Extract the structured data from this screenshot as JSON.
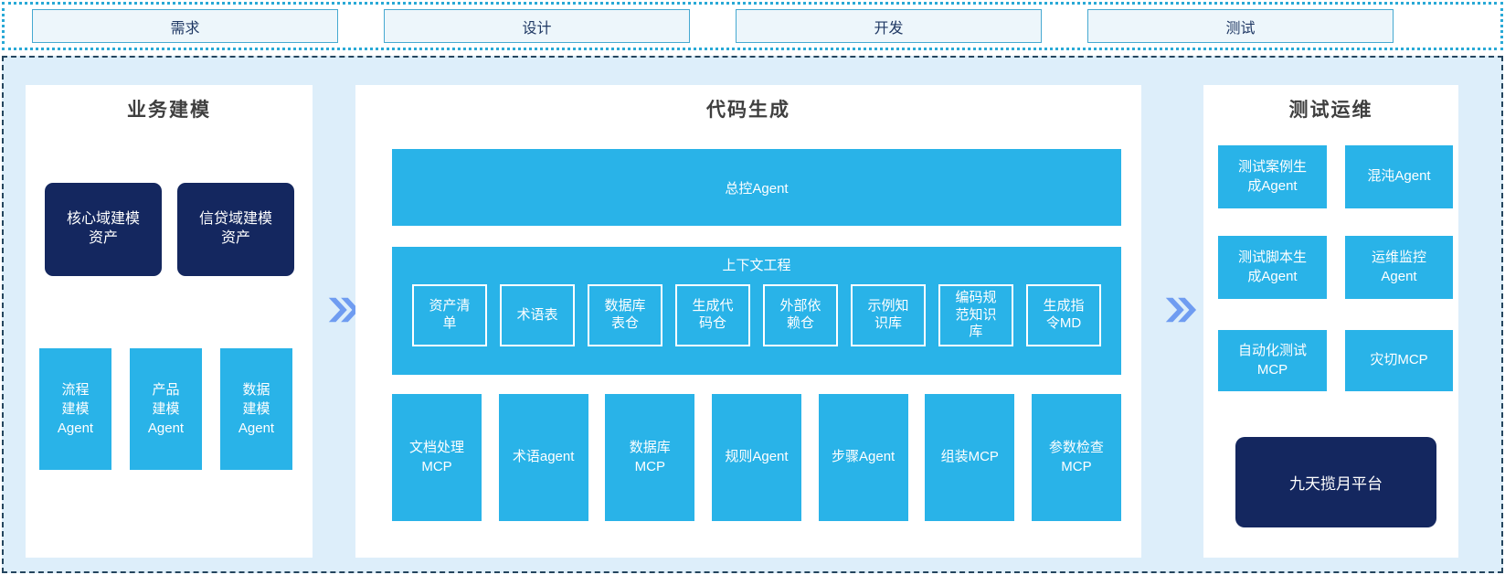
{
  "workflow_phases": {
    "items": [
      {
        "label": "需求"
      },
      {
        "label": "设计"
      },
      {
        "label": "开发"
      },
      {
        "label": "测试"
      }
    ]
  },
  "business_modeling": {
    "title": "业务建模",
    "assets": [
      {
        "label": "核心域建模资产"
      },
      {
        "label": "信贷域建模资产"
      }
    ],
    "agents": [
      {
        "label": "流程建模Agent"
      },
      {
        "label": "产品建模Agent"
      },
      {
        "label": "数据建模Agent"
      }
    ]
  },
  "code_generation": {
    "title": "代码生成",
    "master_agent": "总控Agent",
    "context_engineering": {
      "title": "上下文工程",
      "items": [
        {
          "label": "资产清单"
        },
        {
          "label": "术语表"
        },
        {
          "label": "数据库表仓"
        },
        {
          "label": "生成代码仓"
        },
        {
          "label": "外部依赖仓"
        },
        {
          "label": "示例知识库"
        },
        {
          "label": "编码规范知识库"
        },
        {
          "label": "生成指令MD"
        }
      ]
    },
    "tools": [
      {
        "label": "文档处理MCP"
      },
      {
        "label": "术语agent"
      },
      {
        "label": "数据库MCP"
      },
      {
        "label": "规则Agent"
      },
      {
        "label": "步骤Agent"
      },
      {
        "label": "组装MCP"
      },
      {
        "label": "参数检查MCP"
      }
    ]
  },
  "test_ops": {
    "title": "测试运维",
    "boxes": [
      {
        "label": "测试案例生成Agent"
      },
      {
        "label": "混沌Agent"
      },
      {
        "label": "测试脚本生成Agent"
      },
      {
        "label": "运维监控Agent"
      },
      {
        "label": "自动化测试MCP"
      },
      {
        "label": "灾切MCP"
      }
    ],
    "platform": "九天揽月平台"
  },
  "colors": {
    "cyan": "#29b3e8",
    "navy": "#14275f",
    "area_bg": "#ddeefa",
    "chevron": "#6f9cf1",
    "phase_box_bg": "#edf6fb",
    "phase_box_border": "#46a9d1",
    "dotted_border": "#29a9d6",
    "dashed_border": "#24455e",
    "title_text": "#3f3f3f",
    "phase_text": "#1f3864"
  }
}
